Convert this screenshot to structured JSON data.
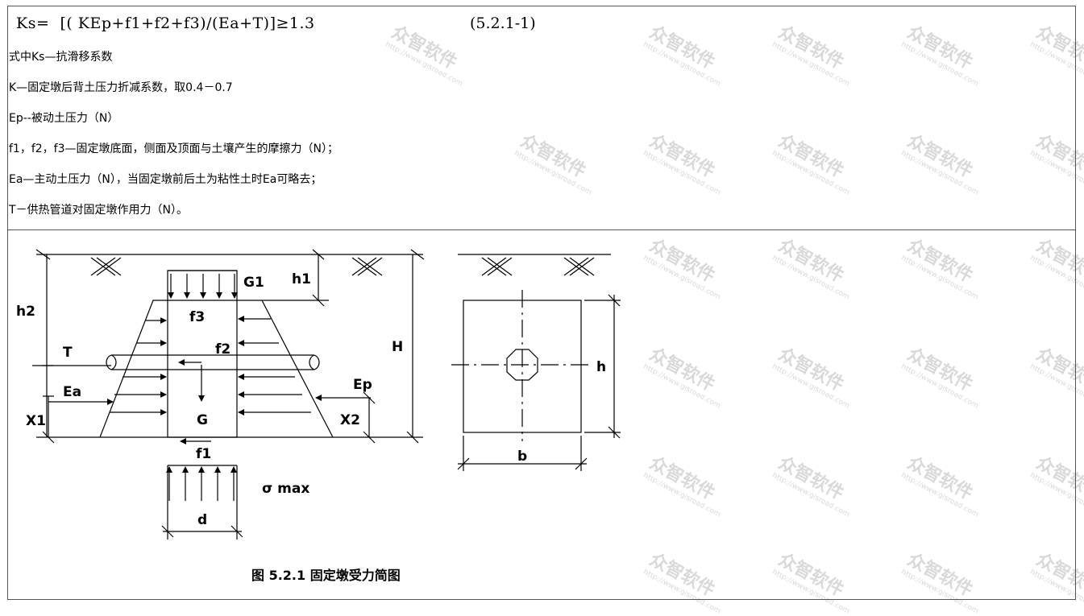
{
  "formula": {
    "text": "Ks=  [( KEp+f1+f2+f3)/(Ea+T)]≥1.3",
    "number": "(5.2.1-1)"
  },
  "definitions": [
    "式中Ks—抗滑移系数",
    "K—固定墩后背土压力折减系数，取0.4－0.7",
    "Ep--被动土压力（N）",
    "f1，f2，f3—固定墩底面，侧面及顶面与土壤产生的摩擦力（N）；",
    "Ea—主动土压力（N），当固定墩前后土为粘性土时Ea可略去；",
    "T－供热管道对固定墩作用力（N）。"
  ],
  "diagram": {
    "labels": {
      "G1": "G1",
      "h1": "h1",
      "h2": "h2",
      "f3": "f3",
      "f2": "f2",
      "T": "T",
      "H": "H",
      "Ea": "Ea",
      "Ep": "Ep",
      "X1": "X1",
      "X2": "X2",
      "G": "G",
      "f1": "f1",
      "sigma": "σ max",
      "d": "d",
      "h": "h",
      "b": "b"
    },
    "caption": "图 5.2.1   固定墩受力简图"
  },
  "watermark": {
    "text": "众智软件",
    "url": "http://www.gisroad.com"
  }
}
